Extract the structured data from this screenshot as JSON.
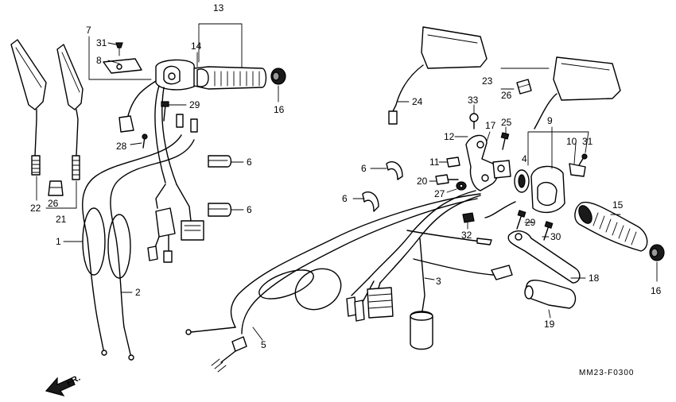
{
  "diagram_code": "MM23-F0300",
  "direction_label": "FR.",
  "callouts": {
    "c1": "1",
    "c2": "2",
    "c3": "3",
    "c4": "4",
    "c5": "5",
    "c6a": "6",
    "c6b": "6",
    "c6c": "6",
    "c6d": "6",
    "c7": "7",
    "c8": "8",
    "c9": "9",
    "c10": "10",
    "c11": "11",
    "c12": "12",
    "c13": "13",
    "c14": "14",
    "c15": "15",
    "c16a": "16",
    "c16b": "16",
    "c17": "17",
    "c18": "18",
    "c19": "19",
    "c20": "20",
    "c21": "21",
    "c22": "22",
    "c23": "23",
    "c24": "24",
    "c25": "25",
    "c26a": "26",
    "c26b": "26",
    "c27": "27",
    "c28": "28",
    "c29a": "29",
    "c29b": "29",
    "c30": "30",
    "c31a": "31",
    "c31b": "31",
    "c32": "32",
    "c33": "33"
  }
}
